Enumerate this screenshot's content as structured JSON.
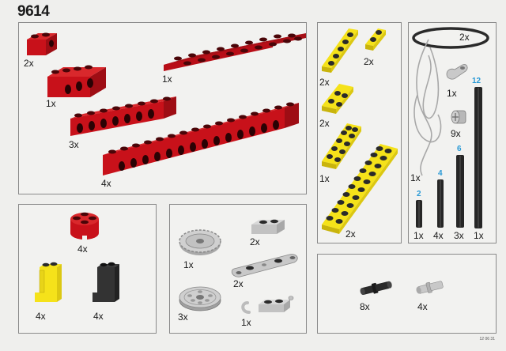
{
  "set_number": "9614",
  "footer_code": "12 06 31",
  "colors": {
    "red": "#c8111a",
    "red_dark": "#7a0a0e",
    "yellow": "#f5e21a",
    "yellow_dark": "#c9b40c",
    "black": "#2a2a2a",
    "light_gray": "#c9c9c9",
    "axle_length_label": "#2a9ad6"
  },
  "boxes": {
    "red_beams": {
      "parts": [
        {
          "name": "Technic brick 1x2 with hole",
          "color": "red",
          "qty": "2x"
        },
        {
          "name": "Technic brick 1x4 with holes",
          "color": "red",
          "qty": "1x"
        },
        {
          "name": "Plate 2x12",
          "color": "red",
          "qty": "1x"
        },
        {
          "name": "Technic brick 1x8 with holes",
          "color": "red",
          "qty": "3x"
        },
        {
          "name": "Technic brick 1x16 with holes",
          "color": "red",
          "qty": "4x"
        }
      ]
    },
    "yellow_plates": {
      "parts": [
        {
          "name": "Plate 1x6",
          "color": "yellow",
          "qty": "2x"
        },
        {
          "name": "Plate 1x2",
          "color": "yellow",
          "qty": "2x"
        },
        {
          "name": "Plate 2x2",
          "color": "yellow",
          "qty": "2x"
        },
        {
          "name": "Plate 2x6",
          "color": "yellow",
          "qty": "1x"
        },
        {
          "name": "Plate 2x12",
          "color": "yellow",
          "qty": "2x"
        }
      ]
    },
    "axles_misc": {
      "parts": [
        {
          "name": "Rubber band",
          "color": "black",
          "qty": "2x"
        },
        {
          "name": "Technic liftarm with hole",
          "color": "light_gray",
          "qty": "1x"
        },
        {
          "name": "Bush",
          "color": "light_gray",
          "qty": "9x"
        },
        {
          "name": "String",
          "color": "light_gray",
          "qty": "1x"
        },
        {
          "name": "Axle",
          "length": "2",
          "color": "black",
          "qty": "1x"
        },
        {
          "name": "Axle",
          "length": "4",
          "color": "black",
          "qty": "4x"
        },
        {
          "name": "Axle",
          "length": "6",
          "color": "black",
          "qty": "3x"
        },
        {
          "name": "Axle",
          "length": "12",
          "color": "black",
          "qty": "1x"
        }
      ]
    },
    "round_and_panels": {
      "parts": [
        {
          "name": "Round brick 2x2",
          "color": "red",
          "qty": "4x"
        },
        {
          "name": "Panel 1x2x2",
          "color": "yellow",
          "qty": "4x"
        },
        {
          "name": "Panel 1x2x2",
          "color": "black",
          "qty": "4x"
        }
      ]
    },
    "gray_parts": {
      "parts": [
        {
          "name": "Gear 24 tooth",
          "color": "light_gray",
          "qty": "1x"
        },
        {
          "name": "Plate 1x2",
          "color": "light_gray",
          "qty": "2x"
        },
        {
          "name": "Technic plate 1x6 with holes",
          "color": "light_gray",
          "qty": "2x"
        },
        {
          "name": "Pulley wheel",
          "color": "light_gray",
          "qty": "3x"
        },
        {
          "name": "Plate 1x2 with hook",
          "color": "light_gray",
          "qty": "1x"
        }
      ]
    },
    "pins": {
      "parts": [
        {
          "name": "Technic pin with friction",
          "color": "black",
          "qty": "8x"
        },
        {
          "name": "Technic pin",
          "color": "light_gray",
          "qty": "4x"
        }
      ]
    }
  }
}
